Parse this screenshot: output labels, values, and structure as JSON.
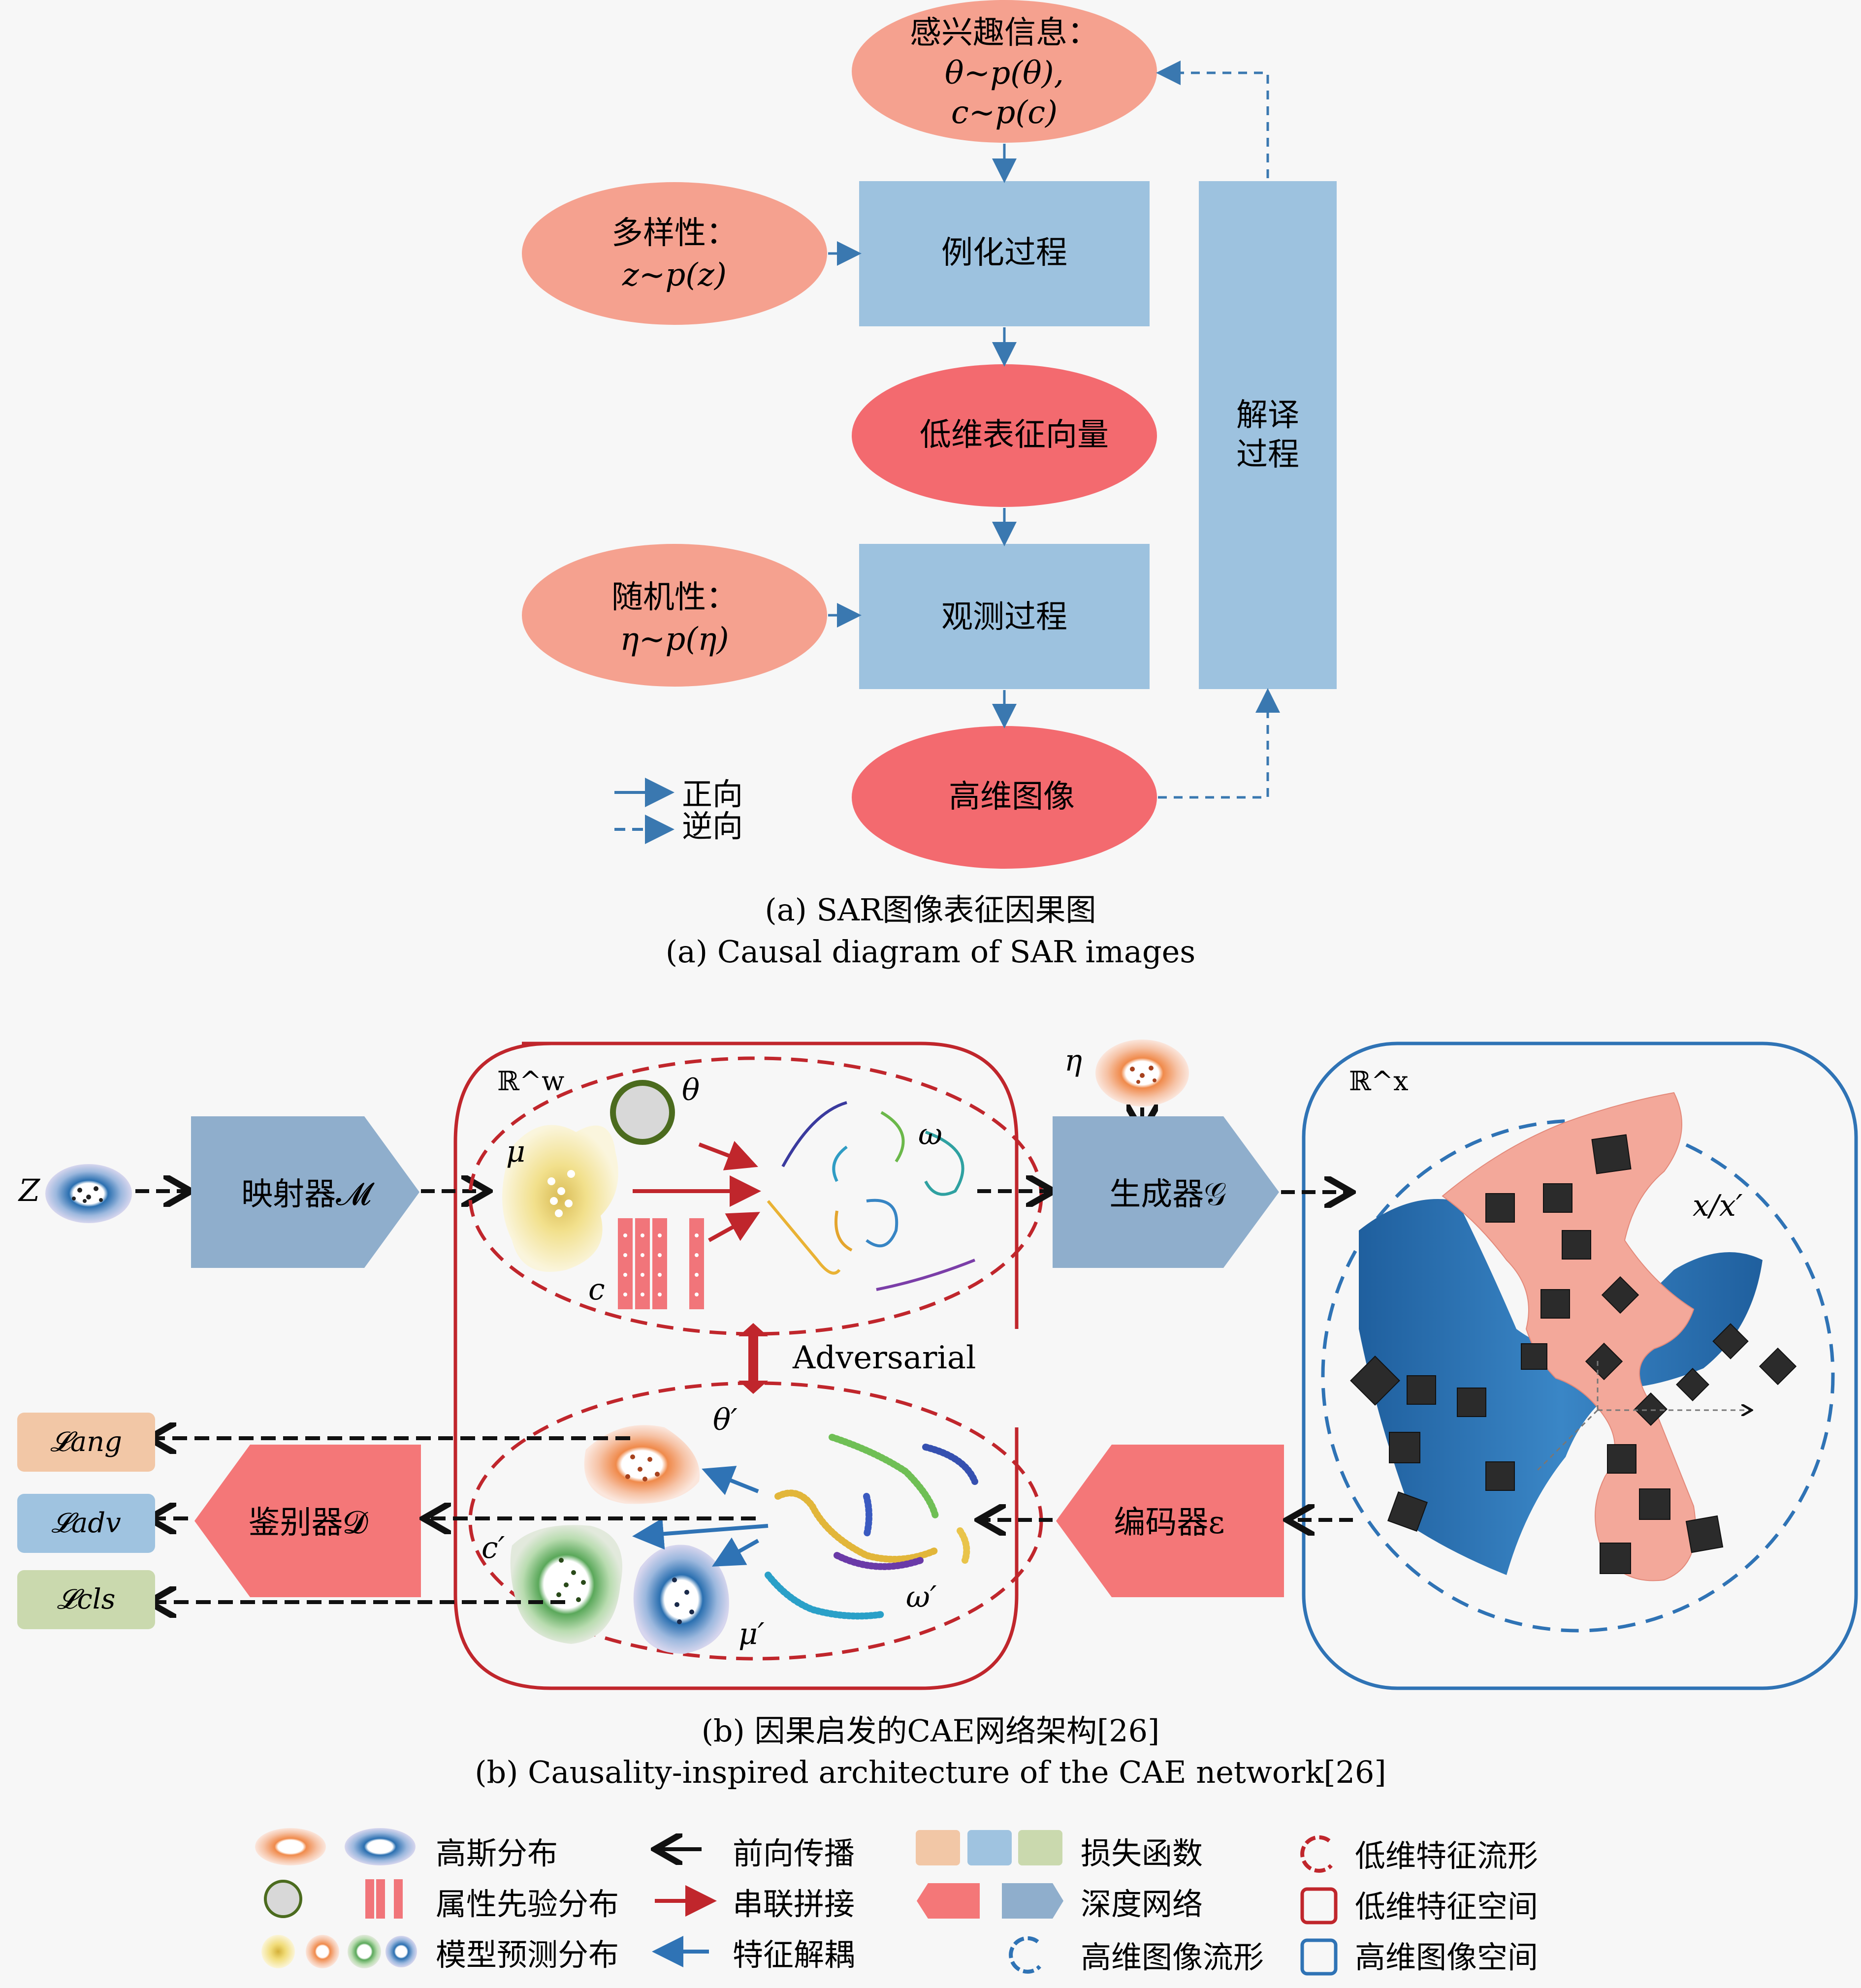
{
  "panel_a": {
    "interest": {
      "title": "感兴趣信息：",
      "line1": "θ∼p(θ),",
      "line2": "c∼p(c)"
    },
    "diversity": {
      "title": "多样性：",
      "line1": "z∼p(z)"
    },
    "randomness": {
      "title": "随机性：",
      "line1": "η∼p(η)"
    },
    "instantiation": "例化过程",
    "latent": "低维表征向量",
    "observation": "观测过程",
    "image": "高维图像",
    "decode_line1": "解译",
    "decode_line2": "过程",
    "legend_forward": "正向",
    "legend_reverse": "逆向",
    "caption_cn": "(a) SAR图像表征因果图",
    "caption_en": "(a) Causal diagram of SAR images"
  },
  "panel_b": {
    "z": "Z",
    "mapper": "映射器𝓜",
    "rw": "ℝ^w",
    "theta": "θ",
    "mu": "μ",
    "c": "c",
    "omega": "ω",
    "eta": "η",
    "generator": "生成器𝒢",
    "rx": "ℝ^x",
    "xx": "x/x′",
    "adversarial": "Adversarial",
    "theta_p": "θ′",
    "c_p": "c′",
    "mu_p": "μ′",
    "omega_p": "ω′",
    "discriminator": "鉴别器𝓓",
    "encoder": "编码器ε",
    "loss_ang": "𝓛ang",
    "loss_adv": "𝓛adv",
    "loss_cls": "𝓛cls",
    "caption_cn": "(b) 因果启发的CAE网络架构[26]",
    "caption_en": "(b) Causality-inspired architecture of the CAE network[26]"
  },
  "legend": {
    "gaussian": "高斯分布",
    "attribute_prior": "属性先验分布",
    "model_pred": "模型预测分布",
    "forward": "前向传播",
    "concat": "串联拼接",
    "decouple": "特征解耦",
    "loss": "损失函数",
    "deepnet": "深度网络",
    "hd_manifold": "高维图像流形",
    "ld_manifold": "低维特征流形",
    "ld_space": "低维特征空间",
    "hd_space": "高维图像空间"
  },
  "colors": {
    "salmon": "#f5a18f",
    "red_ellipse": "#f36a6f",
    "blue_box": "#9dc2df",
    "arrow_blue": "#3a78b0",
    "dark_red": "#c0262c",
    "dark_blue": "#2f73b5",
    "pink_box": "#f47778",
    "steel": "#8faecc"
  }
}
